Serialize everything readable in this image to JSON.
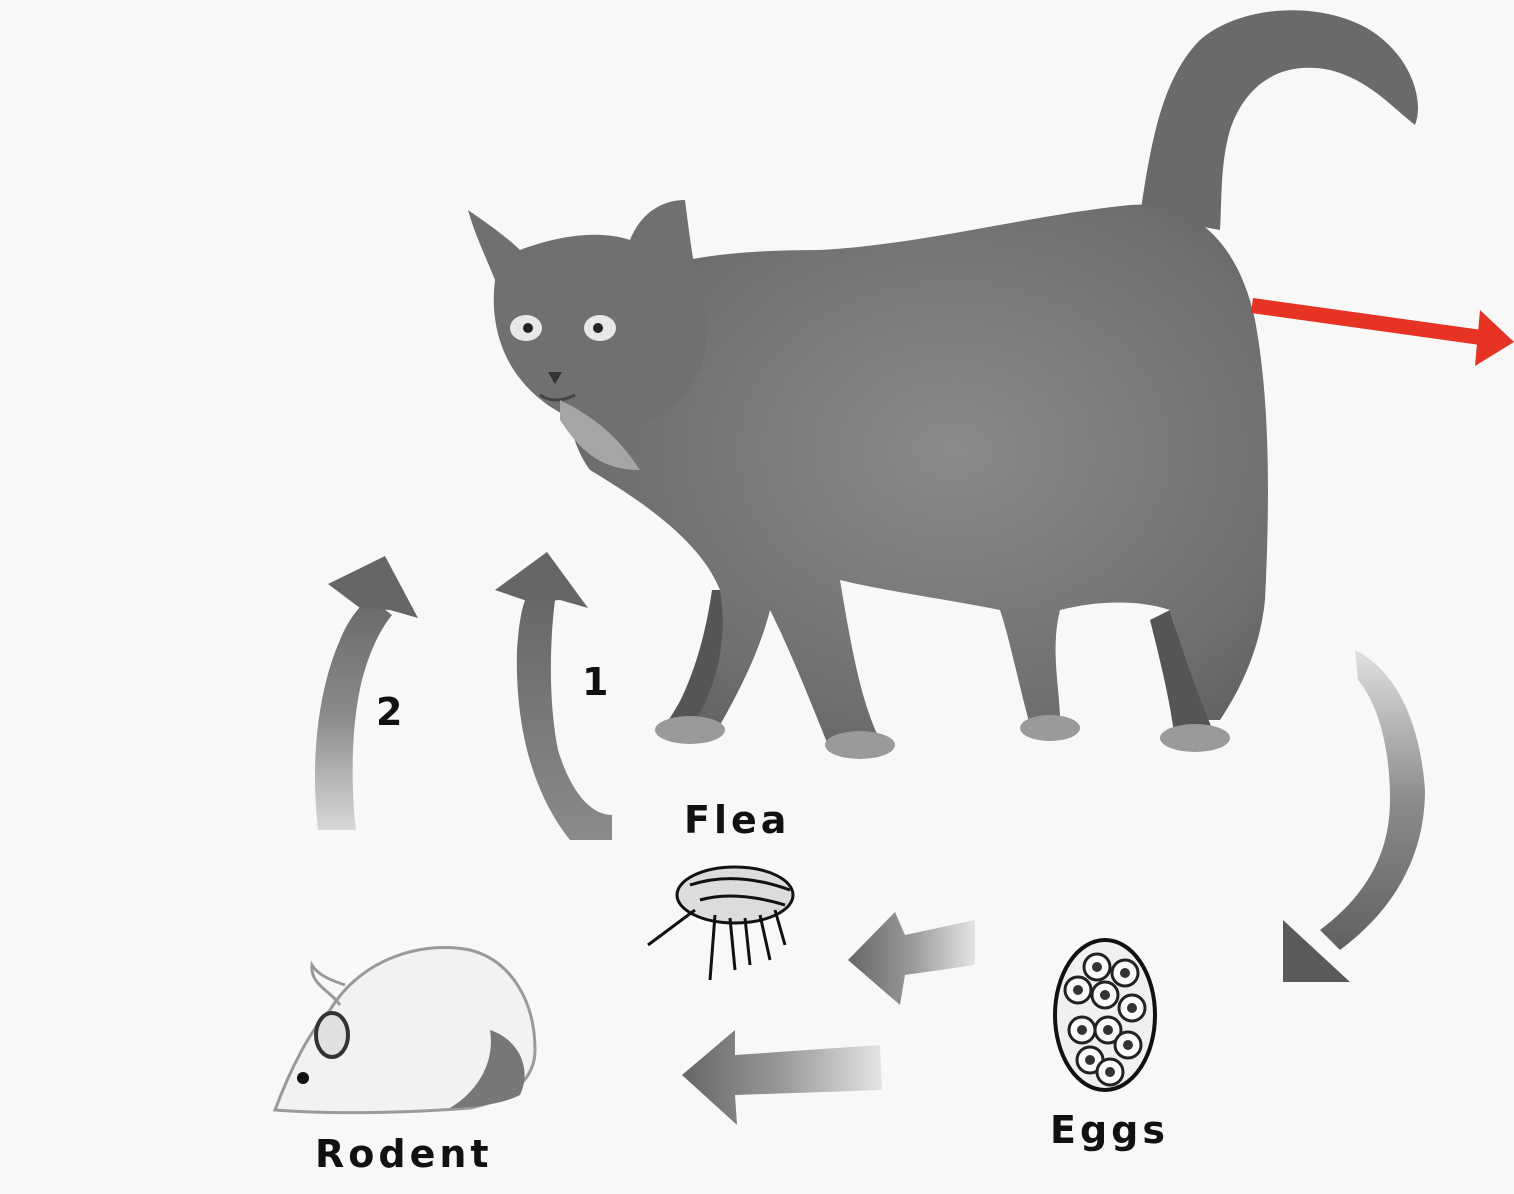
{
  "diagram": {
    "type": "life-cycle",
    "subject": "Flea life cycle with cat host",
    "nodes": [
      {
        "id": "cat",
        "label": "",
        "icon": "cat-illustration"
      },
      {
        "id": "eggs",
        "label": "Eggs",
        "icon": "egg-cluster-illustration"
      },
      {
        "id": "flea",
        "label": "Flea",
        "icon": "flea-illustration"
      },
      {
        "id": "rodent",
        "label": "Rodent",
        "icon": "rodent-illustration"
      }
    ],
    "edges": [
      {
        "from": "cat",
        "to": "eggs",
        "style": "curved gray arrow"
      },
      {
        "from": "eggs",
        "to": "flea",
        "style": "gray arrow"
      },
      {
        "from": "eggs",
        "to": "rodent",
        "style": "gray arrow"
      },
      {
        "from": "flea",
        "to": "cat",
        "label": "1",
        "style": "curved gray arrow"
      },
      {
        "from": "rodent",
        "to": "cat",
        "label": "2",
        "style": "curved gray arrow"
      }
    ],
    "annotation": {
      "type": "red-pointer-arrow",
      "color": "#e63323",
      "points_from": "cat-hindquarters",
      "direction": "right"
    }
  },
  "labels": {
    "flea": "Flea",
    "eggs": "Eggs",
    "rodent": "Rodent",
    "route1": "1",
    "route2": "2"
  },
  "colors": {
    "background": "#f8f8f8",
    "illustration_gray": "#6a6a6a",
    "arrow_gray": "#6e6e6e",
    "annotation_red": "#e63323",
    "text": "#111111"
  }
}
